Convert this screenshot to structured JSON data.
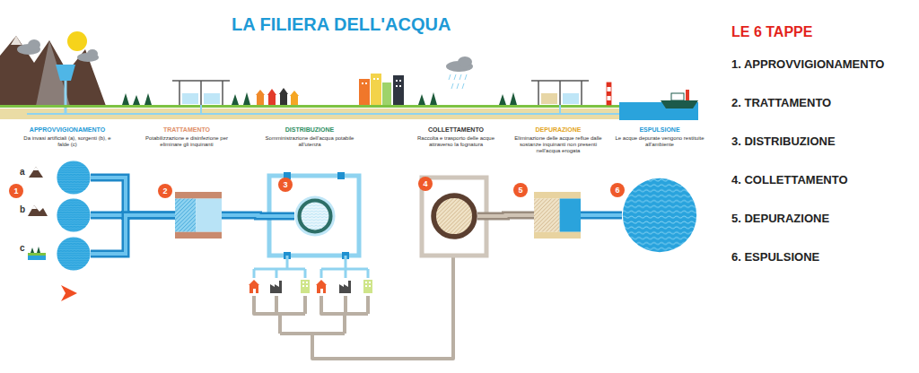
{
  "diagram": {
    "title": "LA FILIERA DELL'ACQUA",
    "nodes": [
      {
        "text": [
          "a"
        ]
      },
      {
        "text": [
          "b"
        ]
      },
      {
        "text": [
          "c"
        ]
      },
      {
        "text": [
          "2"
        ]
      },
      {
        "text": [
          "3"
        ]
      },
      {
        "text": [
          "4"
        ]
      },
      {
        "text": [
          "5"
        ]
      },
      {
        "text": [
          "6"
        ]
      }
    ],
    "edges": [
      {
        "from": 0,
        "to": 3,
        "arrow": "none"
      },
      {
        "from": 1,
        "to": 3,
        "arrow": "none"
      },
      {
        "from": 2,
        "to": 3,
        "arrow": "none"
      },
      {
        "from": 3,
        "to": 4,
        "arrow": "none"
      },
      {
        "from": 5,
        "to": 6,
        "arrow": "none"
      },
      {
        "from": 6,
        "to": 7,
        "arrow": "none"
      }
    ],
    "labels": [
      "LE 6 TAPPE",
      "1. APPROVVIGIONAMENTO",
      "2. TRATTAMENTO",
      "3. DISTRIBUZIONE",
      "4. COLLETTAMENTO",
      "5. DEPURAZIONE",
      "6. ESPULSIONE",
      "APPROVVIGIONAMENTO",
      "Da invasi artificiali (a), sorgenti (b), e falde (c)",
      "1",
      "TRATTAMENTO",
      "Potabilizzazione e disinfezione per eliminare gli inquinanti",
      "DISTRIBUZIONE",
      "Somministrazione dell'acqua potabile all'utenza",
      "COLLETTAMENTO",
      "Raccolta e trasporto delle acque attraverso la fognatura",
      "DEPURAZIONE",
      "Eliminazione delle acque reflue dalle sostanze inquinanti non presenti nell'acqua erogata",
      "ESPULSIONE",
      "Le acque depurate vengono restituite all'ambiente"
    ]
  }
}
